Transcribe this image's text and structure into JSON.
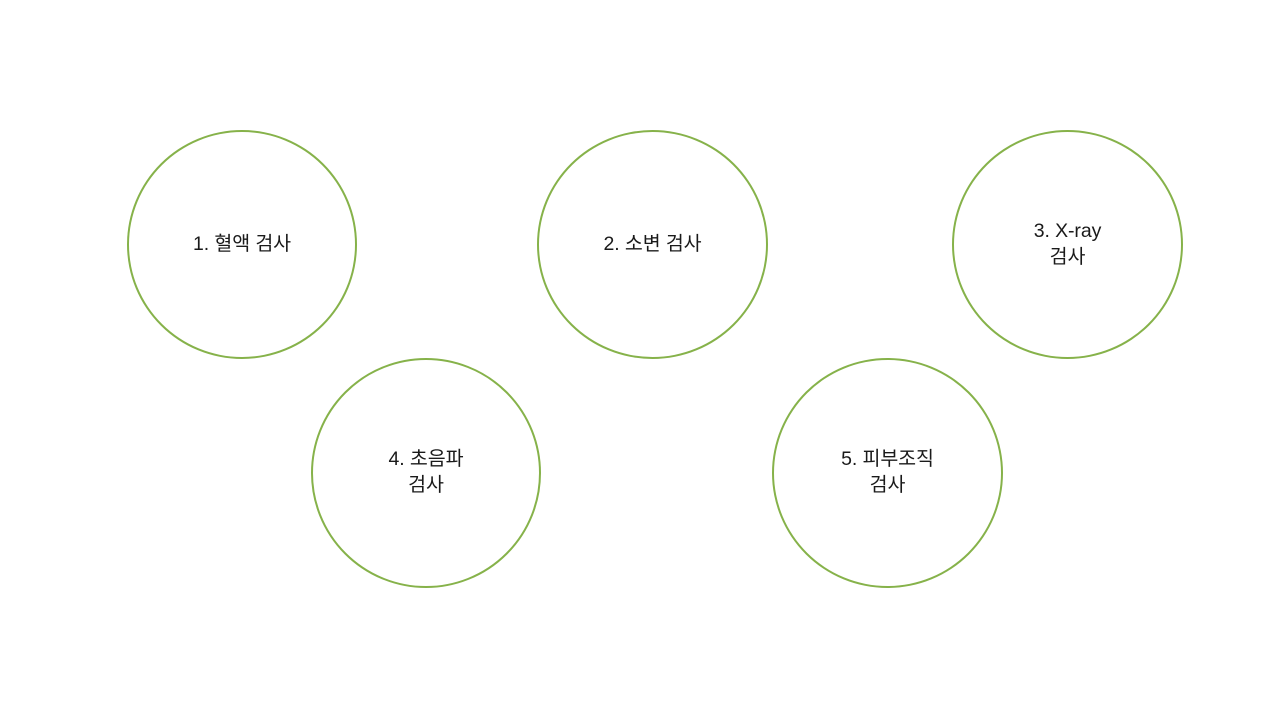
{
  "slide": {
    "background_color": "#ffffff",
    "circle_border_color": "#86b24a",
    "text_color": "#1a1a1a",
    "nodes": [
      {
        "id": "node-1",
        "label": "1. 혈액 검사",
        "index": "1",
        "name": "혈액 검사"
      },
      {
        "id": "node-2",
        "label": "2. 소변 검사",
        "index": "2",
        "name": "소변 검사"
      },
      {
        "id": "node-3",
        "label": "3. X-ray\n검사",
        "index": "3",
        "name": "X-ray 검사"
      },
      {
        "id": "node-4",
        "label": "4. 초음파\n검사",
        "index": "4",
        "name": "초음파 검사"
      },
      {
        "id": "node-5",
        "label": "5. 피부조직\n검사",
        "index": "5",
        "name": "피부조직 검사"
      }
    ]
  }
}
